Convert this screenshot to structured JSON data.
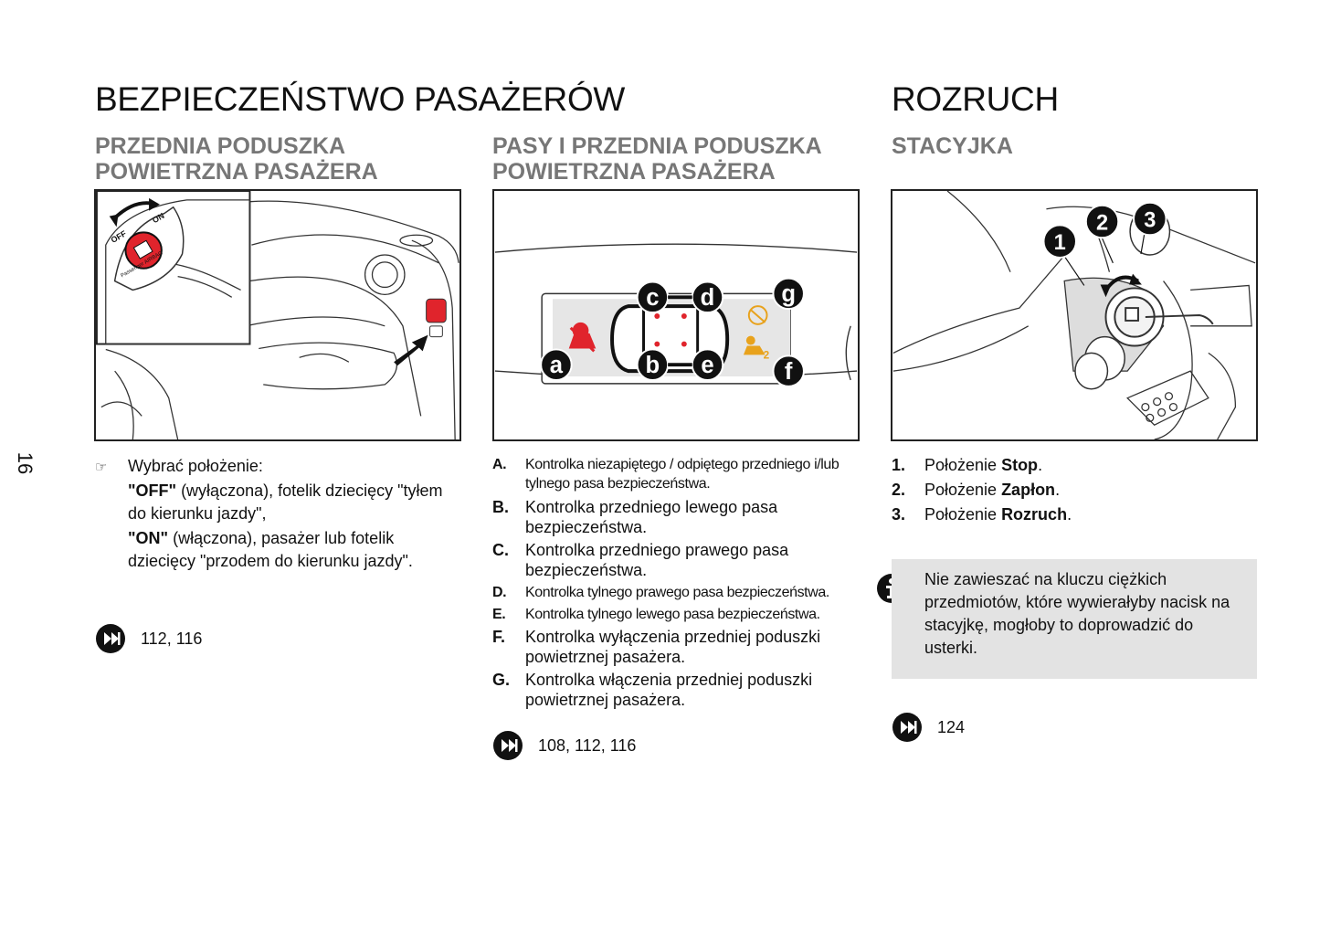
{
  "page_number": "16",
  "left": {
    "title": "BEZPIECZEŃSTWO PASAŻERÓW",
    "col1": {
      "subtitle_line1": "PRZEDNIA PODUSZKA",
      "subtitle_line2": "POWIETRZNA PASAŻERA",
      "figure_labels": {
        "off": "OFF",
        "on": "ON",
        "switch_text": "Passenger AIRBAG"
      },
      "bullet_icon": "pointing-hand-icon",
      "intro": "Wybrać położenie:",
      "off_label": "\"OFF\"",
      "off_text": " (wyłączona), fotelik dziecięcy \"tyłem do kierunku jazdy\",",
      "on_label": "\"ON\"",
      "on_text": " (włączona), pasażer lub fotelik dziecięcy \"przodem do kierunku jazdy\".",
      "ref_icon": "forward-reference-icon",
      "ref_pages": "112, 116"
    },
    "col2": {
      "subtitle_line1": "PASY I PRZEDNIA PODUSZKA",
      "subtitle_line2": "POWIETRZNA PASAŻERA",
      "figure_labels": {
        "a": "a",
        "b": "b",
        "c": "c",
        "d": "d",
        "e": "e",
        "f": "f",
        "g": "g"
      },
      "items": [
        {
          "key": "A.",
          "text": "Kontrolka niezapiętego / odpiętego przedniego i/lub tylnego pasa bezpieczeństwa."
        },
        {
          "key": "B.",
          "text": "Kontrolka przedniego lewego pasa bezpieczeństwa."
        },
        {
          "key": "C.",
          "text": "Kontrolka przedniego prawego pasa bezpieczeństwa."
        },
        {
          "key": "D.",
          "text": "Kontrolka tylnego prawego pasa bezpieczeństwa."
        },
        {
          "key": "E.",
          "text": "Kontrolka tylnego lewego pasa bezpieczeństwa."
        },
        {
          "key": "F.",
          "text": "Kontrolka wyłączenia przedniej poduszki powietrznej pasażera."
        },
        {
          "key": "G.",
          "text": "Kontrolka włączenia przedniej poduszki powietrznej pasażera."
        }
      ],
      "ref_icon": "forward-reference-icon",
      "ref_pages": "108, 112, 116"
    }
  },
  "right": {
    "title": "ROZRUCH",
    "subtitle": "STACYJKA",
    "figure_labels": {
      "n1": "1",
      "n2": "2",
      "n3": "3"
    },
    "items": [
      {
        "key": "1.",
        "prefix": "Położenie ",
        "bold": "Stop",
        "suffix": "."
      },
      {
        "key": "2.",
        "prefix": "Położenie ",
        "bold": "Zapłon",
        "suffix": "."
      },
      {
        "key": "3.",
        "prefix": "Położenie ",
        "bold": "Rozruch",
        "suffix": "."
      }
    ],
    "note_icon": "info-icon",
    "note_text": "Nie zawieszać na kluczu ciężkich przedmiotów, które wywierałyby nacisk na stacyjkę, mogłoby to doprowadzić do usterki.",
    "ref_icon": "forward-reference-icon",
    "ref_pages": "124"
  },
  "colors": {
    "heading": "#111111",
    "subheading": "#777777",
    "warning_red": "#e0242c",
    "indicator_orange": "#e8a21c",
    "note_bg": "#e3e3e3"
  }
}
